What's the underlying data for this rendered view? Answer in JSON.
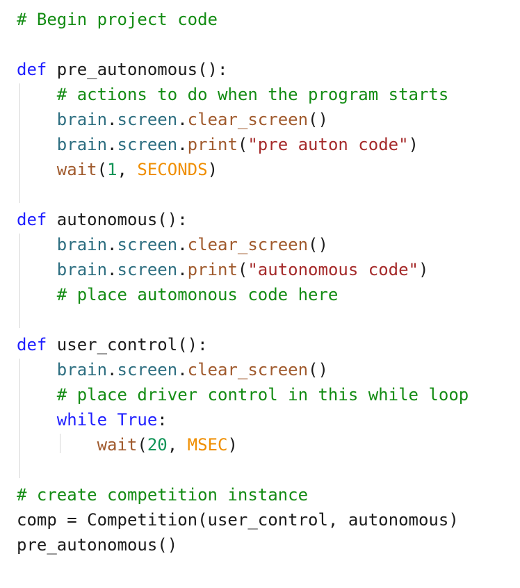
{
  "editor": {
    "language": "python",
    "colors": {
      "background": "#ffffff",
      "comment": "#148c14",
      "keyword": "#1e1eff",
      "object": "#2d6e80",
      "function": "#a05a2d",
      "string": "#a52a2a",
      "number": "#109457",
      "constant": "#ef8e00",
      "plain": "#1c1c1c",
      "guide": "#d6d6d6"
    },
    "lines": [
      {
        "tokens": [
          {
            "t": "# Begin project code",
            "c": "comment"
          }
        ]
      },
      {
        "tokens": []
      },
      {
        "tokens": [
          {
            "t": "def",
            "c": "keyword"
          },
          {
            "t": " pre_autonomous():",
            "c": "plain"
          }
        ]
      },
      {
        "tokens": [
          {
            "t": "    ",
            "c": "plain"
          },
          {
            "t": "# actions to do when the program starts",
            "c": "comment"
          }
        ]
      },
      {
        "tokens": [
          {
            "t": "    ",
            "c": "plain"
          },
          {
            "t": "brain",
            "c": "object"
          },
          {
            "t": ".",
            "c": "plain"
          },
          {
            "t": "screen",
            "c": "object"
          },
          {
            "t": ".",
            "c": "plain"
          },
          {
            "t": "clear_screen",
            "c": "function"
          },
          {
            "t": "()",
            "c": "plain"
          }
        ]
      },
      {
        "tokens": [
          {
            "t": "    ",
            "c": "plain"
          },
          {
            "t": "brain",
            "c": "object"
          },
          {
            "t": ".",
            "c": "plain"
          },
          {
            "t": "screen",
            "c": "object"
          },
          {
            "t": ".",
            "c": "plain"
          },
          {
            "t": "print",
            "c": "function"
          },
          {
            "t": "(",
            "c": "plain"
          },
          {
            "t": "\"pre auton code\"",
            "c": "string"
          },
          {
            "t": ")",
            "c": "plain"
          }
        ]
      },
      {
        "tokens": [
          {
            "t": "    ",
            "c": "plain"
          },
          {
            "t": "wait",
            "c": "function"
          },
          {
            "t": "(",
            "c": "plain"
          },
          {
            "t": "1",
            "c": "number"
          },
          {
            "t": ", ",
            "c": "plain"
          },
          {
            "t": "SECONDS",
            "c": "constant"
          },
          {
            "t": ")",
            "c": "plain"
          }
        ]
      },
      {
        "tokens": []
      },
      {
        "tokens": [
          {
            "t": "def",
            "c": "keyword"
          },
          {
            "t": " autonomous():",
            "c": "plain"
          }
        ]
      },
      {
        "tokens": [
          {
            "t": "    ",
            "c": "plain"
          },
          {
            "t": "brain",
            "c": "object"
          },
          {
            "t": ".",
            "c": "plain"
          },
          {
            "t": "screen",
            "c": "object"
          },
          {
            "t": ".",
            "c": "plain"
          },
          {
            "t": "clear_screen",
            "c": "function"
          },
          {
            "t": "()",
            "c": "plain"
          }
        ]
      },
      {
        "tokens": [
          {
            "t": "    ",
            "c": "plain"
          },
          {
            "t": "brain",
            "c": "object"
          },
          {
            "t": ".",
            "c": "plain"
          },
          {
            "t": "screen",
            "c": "object"
          },
          {
            "t": ".",
            "c": "plain"
          },
          {
            "t": "print",
            "c": "function"
          },
          {
            "t": "(",
            "c": "plain"
          },
          {
            "t": "\"autonomous code\"",
            "c": "string"
          },
          {
            "t": ")",
            "c": "plain"
          }
        ]
      },
      {
        "tokens": [
          {
            "t": "    ",
            "c": "plain"
          },
          {
            "t": "# place automonous code here",
            "c": "comment"
          }
        ]
      },
      {
        "tokens": []
      },
      {
        "tokens": [
          {
            "t": "def",
            "c": "keyword"
          },
          {
            "t": " user_control():",
            "c": "plain"
          }
        ]
      },
      {
        "tokens": [
          {
            "t": "    ",
            "c": "plain"
          },
          {
            "t": "brain",
            "c": "object"
          },
          {
            "t": ".",
            "c": "plain"
          },
          {
            "t": "screen",
            "c": "object"
          },
          {
            "t": ".",
            "c": "plain"
          },
          {
            "t": "clear_screen",
            "c": "function"
          },
          {
            "t": "()",
            "c": "plain"
          }
        ]
      },
      {
        "tokens": [
          {
            "t": "    ",
            "c": "plain"
          },
          {
            "t": "# place driver control in this while loop",
            "c": "comment"
          }
        ]
      },
      {
        "tokens": [
          {
            "t": "    ",
            "c": "plain"
          },
          {
            "t": "while",
            "c": "keyword"
          },
          {
            "t": " ",
            "c": "plain"
          },
          {
            "t": "True",
            "c": "keyword"
          },
          {
            "t": ":",
            "c": "plain"
          }
        ]
      },
      {
        "tokens": [
          {
            "t": "        ",
            "c": "plain"
          },
          {
            "t": "wait",
            "c": "function"
          },
          {
            "t": "(",
            "c": "plain"
          },
          {
            "t": "20",
            "c": "number"
          },
          {
            "t": ", ",
            "c": "plain"
          },
          {
            "t": "MSEC",
            "c": "constant"
          },
          {
            "t": ")",
            "c": "plain"
          }
        ]
      },
      {
        "tokens": []
      },
      {
        "tokens": [
          {
            "t": "# create competition instance",
            "c": "comment"
          }
        ]
      },
      {
        "tokens": [
          {
            "t": "comp = Competition(user_control, autonomous)",
            "c": "plain"
          }
        ]
      },
      {
        "tokens": [
          {
            "t": "pre_autonomous()",
            "c": "plain"
          }
        ]
      }
    ],
    "guides": [
      {
        "col": 0,
        "from": 3,
        "to": 7
      },
      {
        "col": 0,
        "from": 9,
        "to": 12
      },
      {
        "col": 0,
        "from": 14,
        "to": 18
      },
      {
        "col": 1,
        "from": 17,
        "to": 17
      }
    ]
  }
}
